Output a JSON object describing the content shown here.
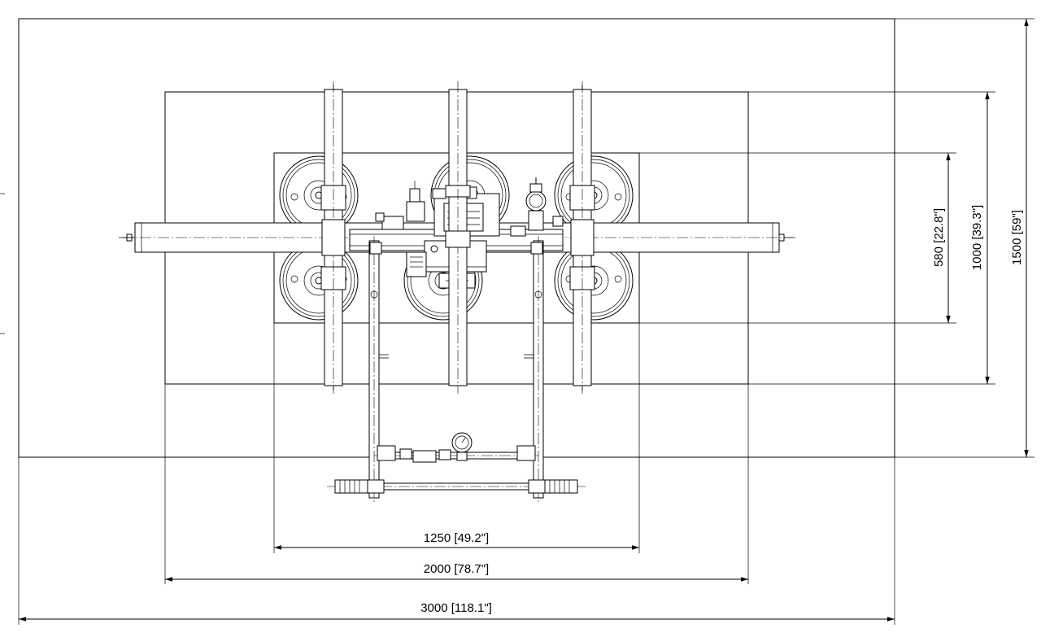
{
  "drawing": {
    "dimensions": {
      "width_1250": "1250 [49.2\"]",
      "width_2000": "2000 [78.7\"]",
      "width_3000": "3000 [118.1\"]",
      "height_580": "580 [22.8\"]",
      "height_1000": "1000 [39.3\"]",
      "height_1500": "1500 [59\"]"
    }
  }
}
